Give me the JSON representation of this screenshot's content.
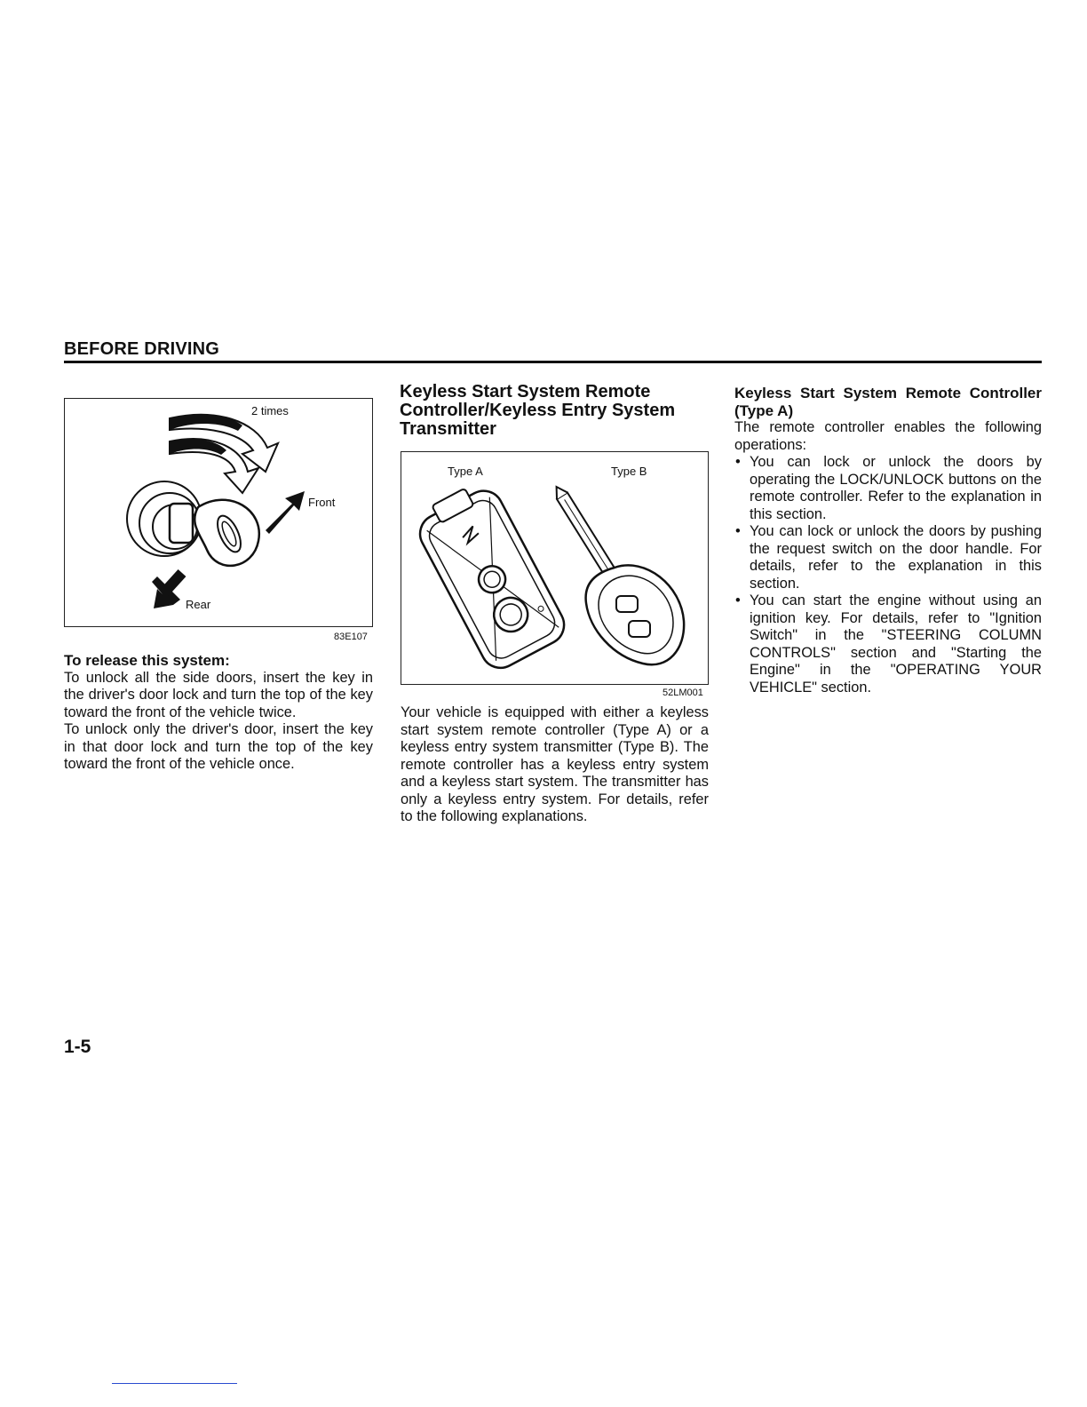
{
  "header": {
    "title": "BEFORE DRIVING"
  },
  "figure1": {
    "label_times": "2 times",
    "label_front": "Front",
    "label_rear": "Rear",
    "code": "83E107"
  },
  "col1": {
    "heading": "To release this system:",
    "para1": "To unlock all the side doors, insert the key in the driver's door lock and turn the top of the key toward the front of the vehicle twice.",
    "para2": "To unlock only the driver's door, insert the key in that door lock and turn the top of the key toward the front of the vehicle once."
  },
  "col2": {
    "heading": "Keyless Start System Remote Controller/Keyless Entry System Transmitter",
    "para1": "Your vehicle is equipped with either a keyless start system remote controller (Type A) or a keyless entry system transmitter (Type B). The remote controller has a keyless entry system and a keyless start system. The transmitter has only a keyless entry system. For details, refer to the following explanations."
  },
  "figure2": {
    "label_a": "Type A",
    "label_b": "Type B",
    "code": "52LM001"
  },
  "col3": {
    "heading": "Keyless Start System Remote Controller (Type A)",
    "intro": "The remote controller enables the following operations:",
    "bullet_char": "•",
    "bullets": [
      "You can lock or unlock the doors by operating the LOCK/UNLOCK buttons on the remote controller. Refer to the explanation in this section.",
      "You can lock or unlock the doors by pushing the request switch on the door handle. For details, refer to the explanation in this section.",
      "You can start the engine without using an ignition key. For details, refer to \"Ignition Switch\" in the \"STEERING COLUMN CONTROLS\" section and \"Starting the Engine\" in the \"OPERATING YOUR VEHICLE\" section."
    ]
  },
  "footer": {
    "page_number": "1-5"
  }
}
